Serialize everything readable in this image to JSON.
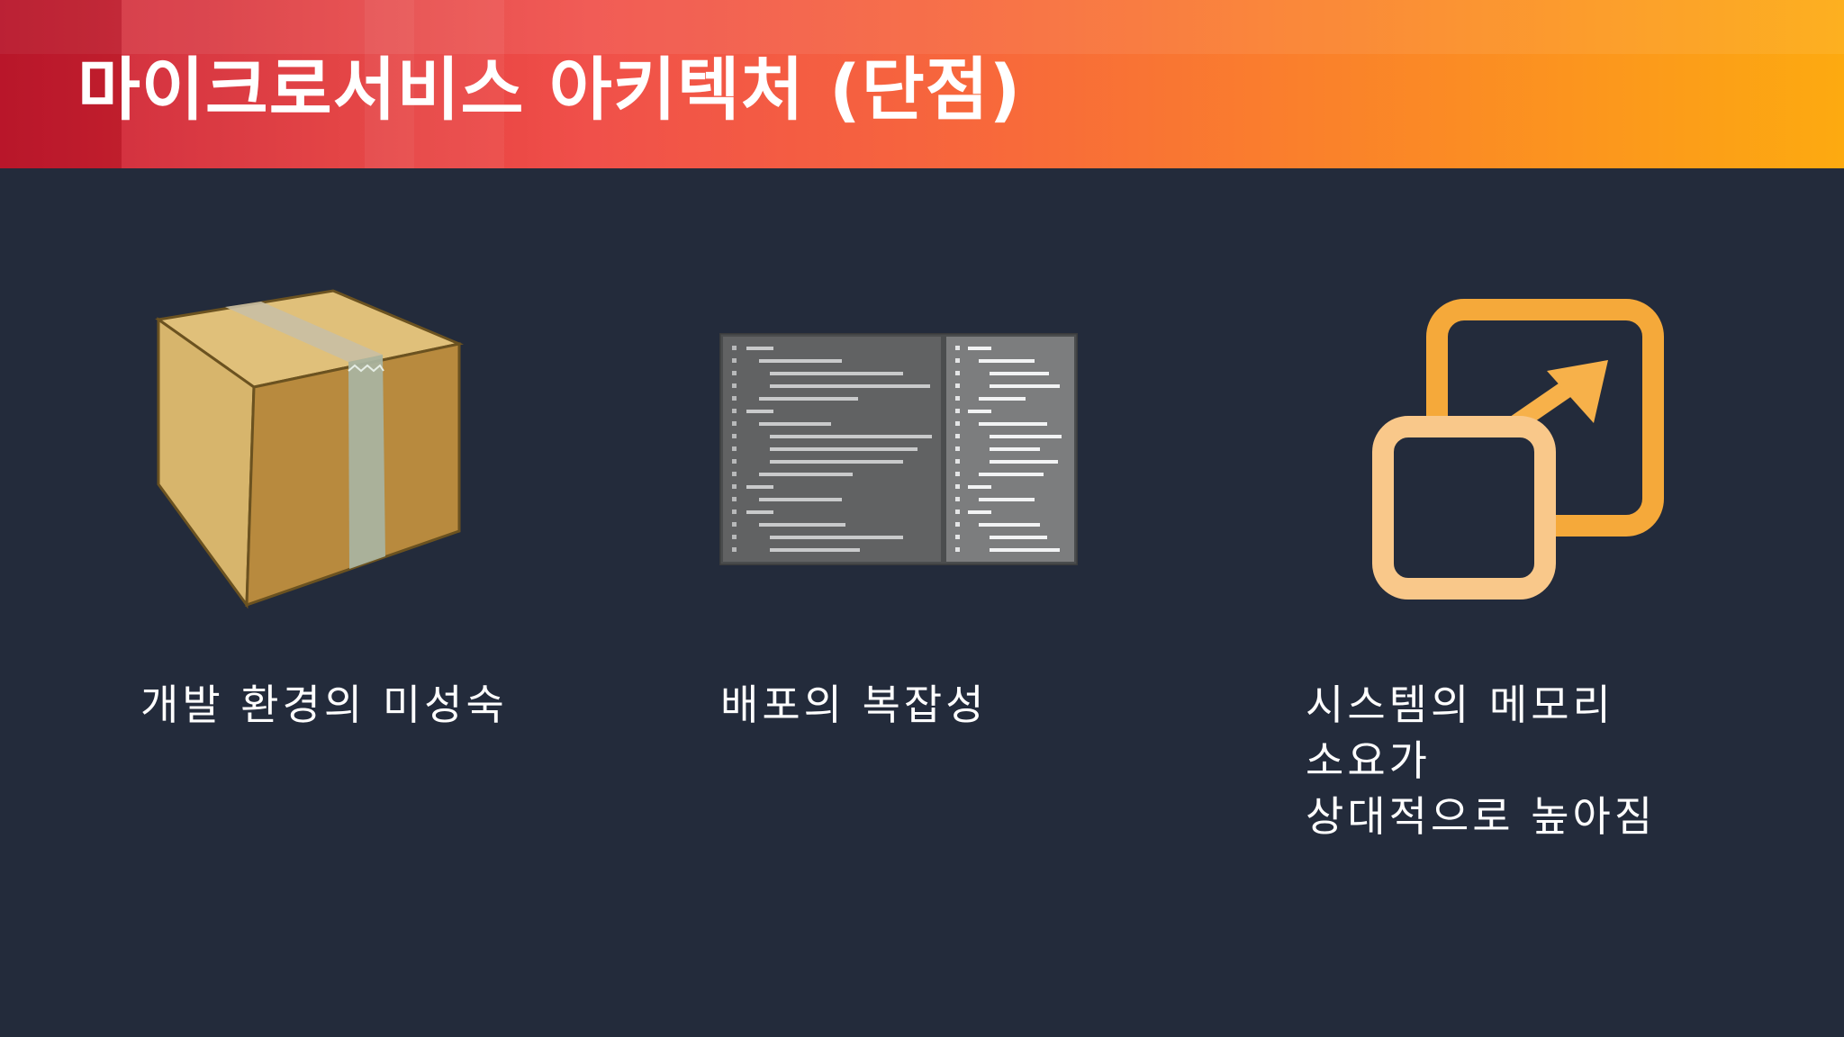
{
  "slide": {
    "title": "마이크로서비스 아키텍처 (단점)",
    "colors": {
      "background": "#232b3b",
      "banner_start": "#c81e32",
      "banner_end": "#fdaa10",
      "text": "#ffffff",
      "box": "#c9a15a",
      "code_panel": "#5f6061",
      "scale_icon": "#f5a93a"
    }
  },
  "items": [
    {
      "icon": "package-box-icon",
      "lines": [
        "개발 환경의 미성숙"
      ]
    },
    {
      "icon": "code-editor-icon",
      "lines": [
        "배포의 복잡성"
      ]
    },
    {
      "icon": "scale-up-icon",
      "lines": [
        "시스템의 메모리",
        "소요가",
        "상대적으로 높아짐"
      ]
    }
  ]
}
